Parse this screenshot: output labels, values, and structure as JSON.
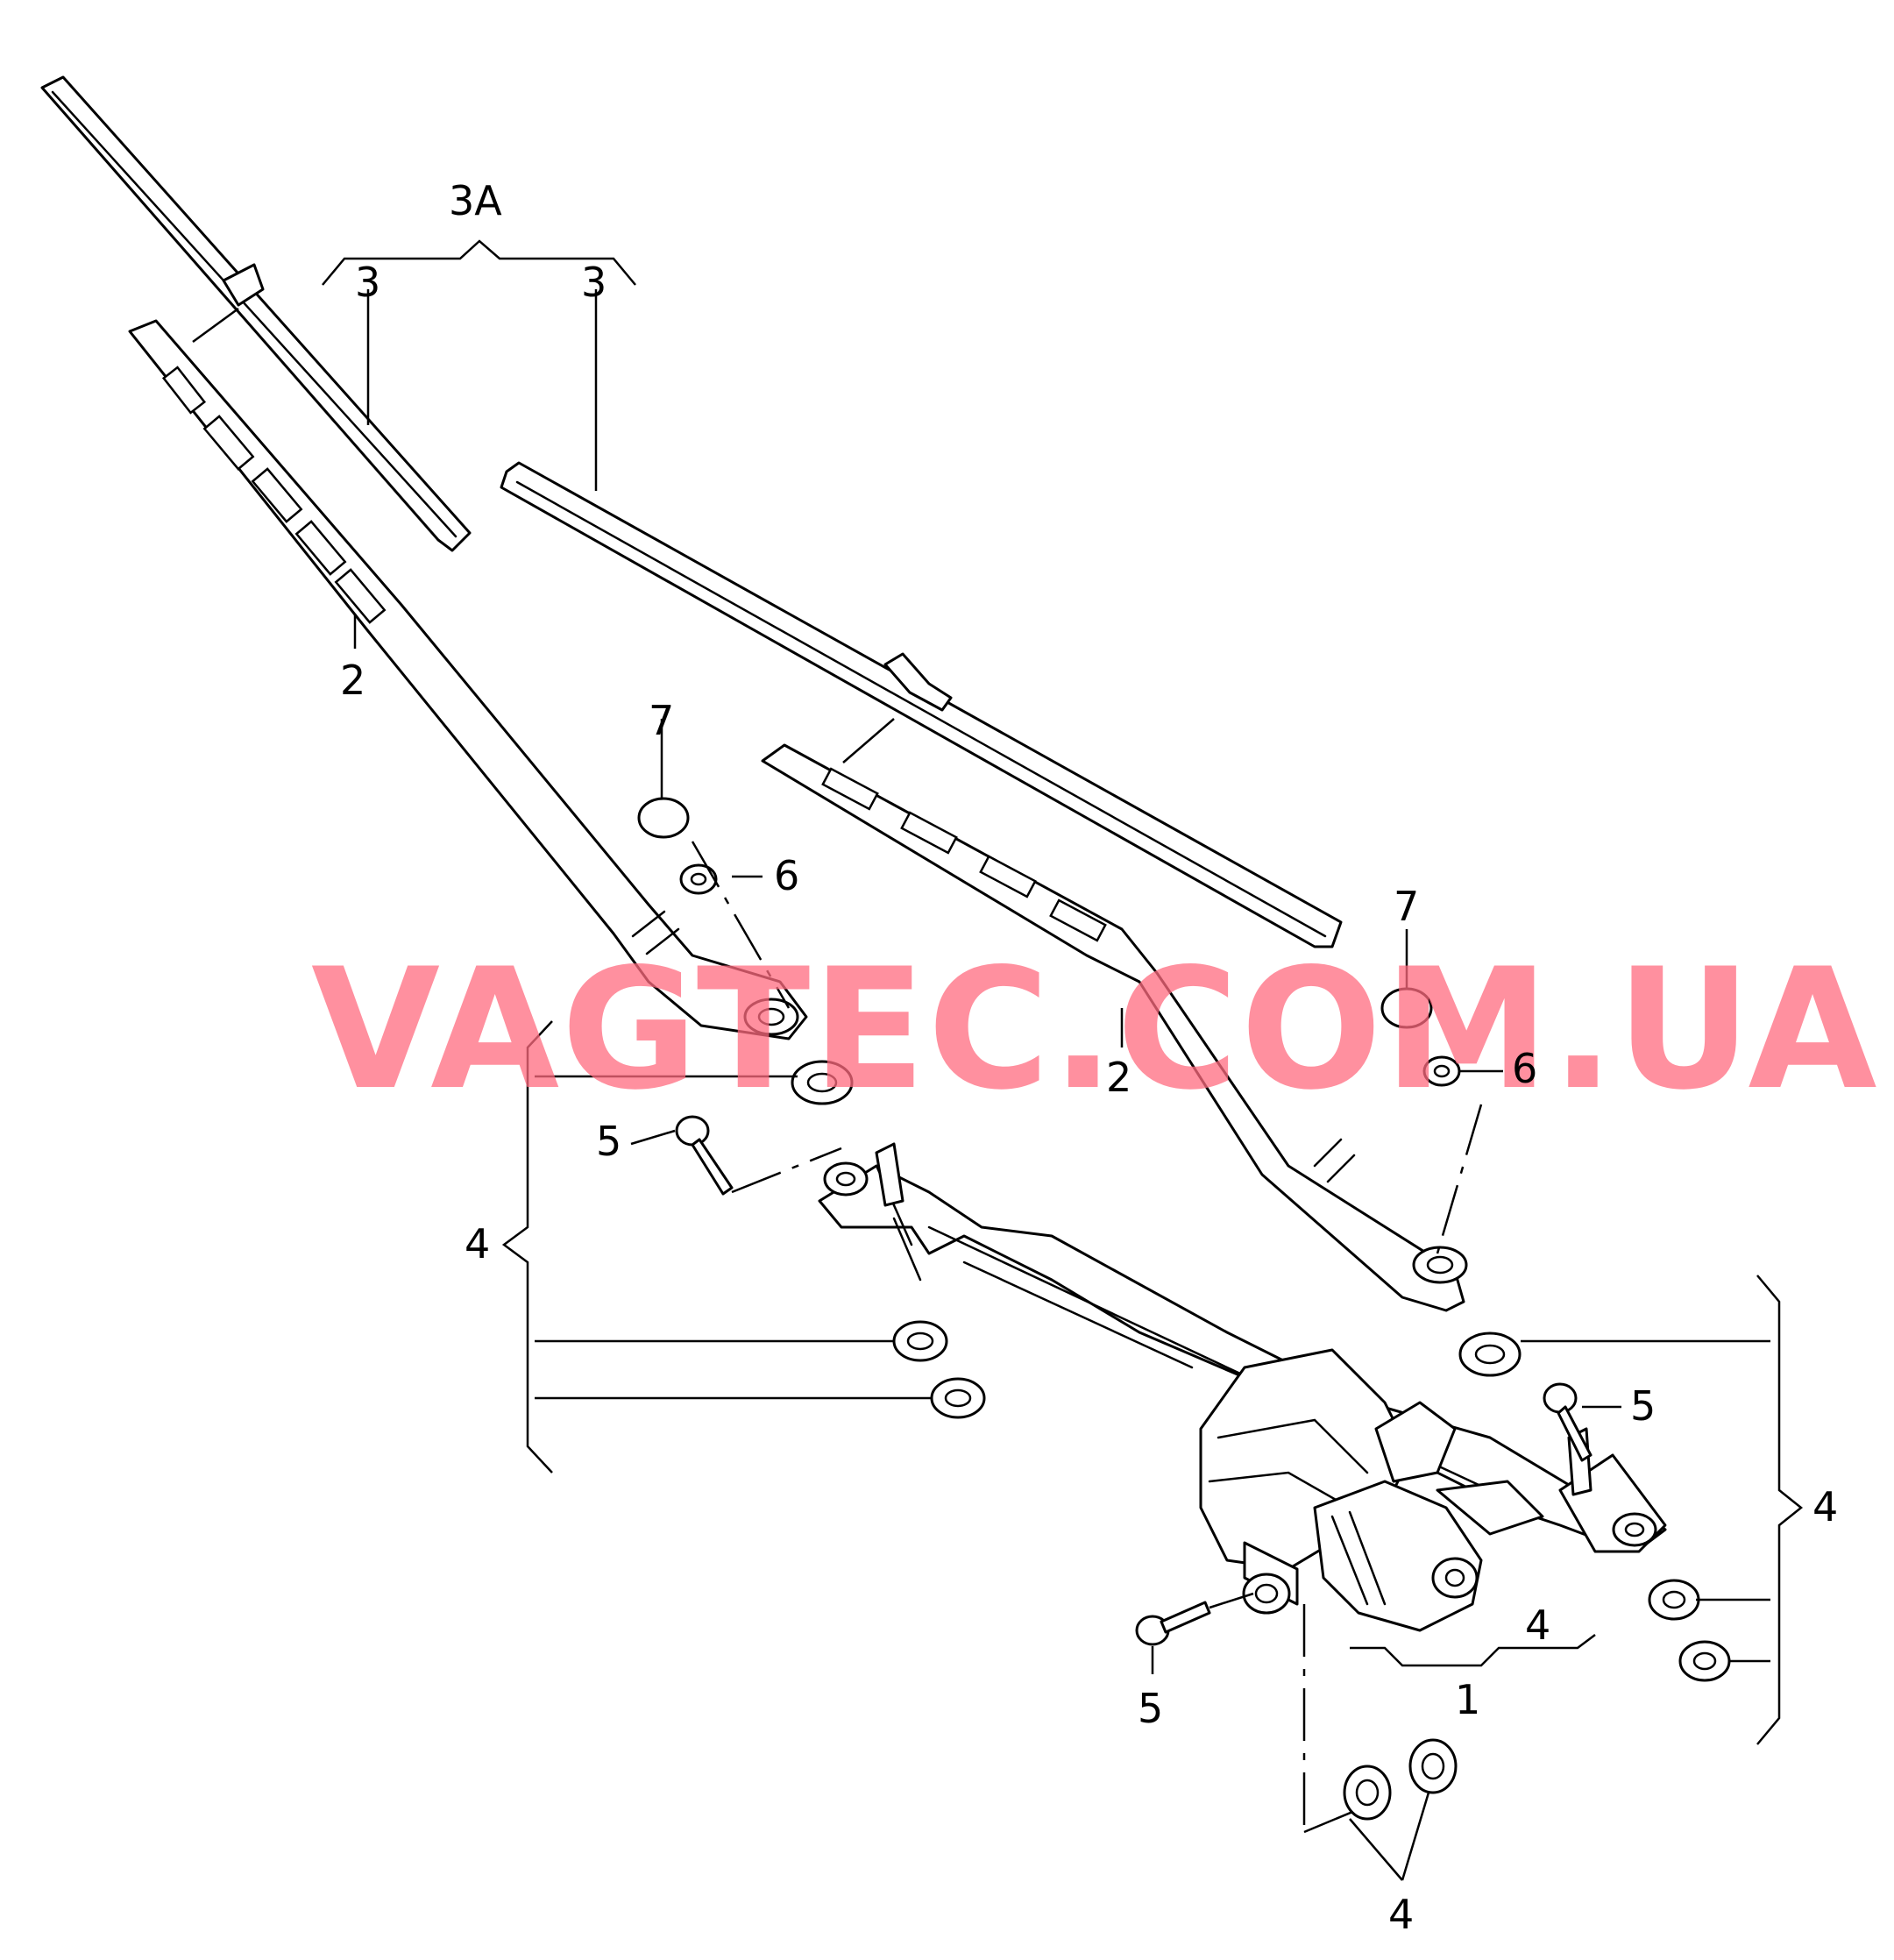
{
  "watermark": {
    "text": "VAGTEC.COM.UA",
    "color": "#ff6b7f"
  },
  "callouts": {
    "motor": "1",
    "arm_left": "2",
    "arm_right": "2",
    "blade_left": "3",
    "blade_right": "3",
    "blade_set": "3A",
    "kit_left": "4",
    "kit_right": "4",
    "kit_motor": "4",
    "kit_bottom": "4",
    "bolt_left": "5",
    "bolt_right": "5",
    "bolt_motor": "5",
    "nut_left": "6",
    "nut_right": "6",
    "cap_left": "7",
    "cap_right": "7"
  }
}
